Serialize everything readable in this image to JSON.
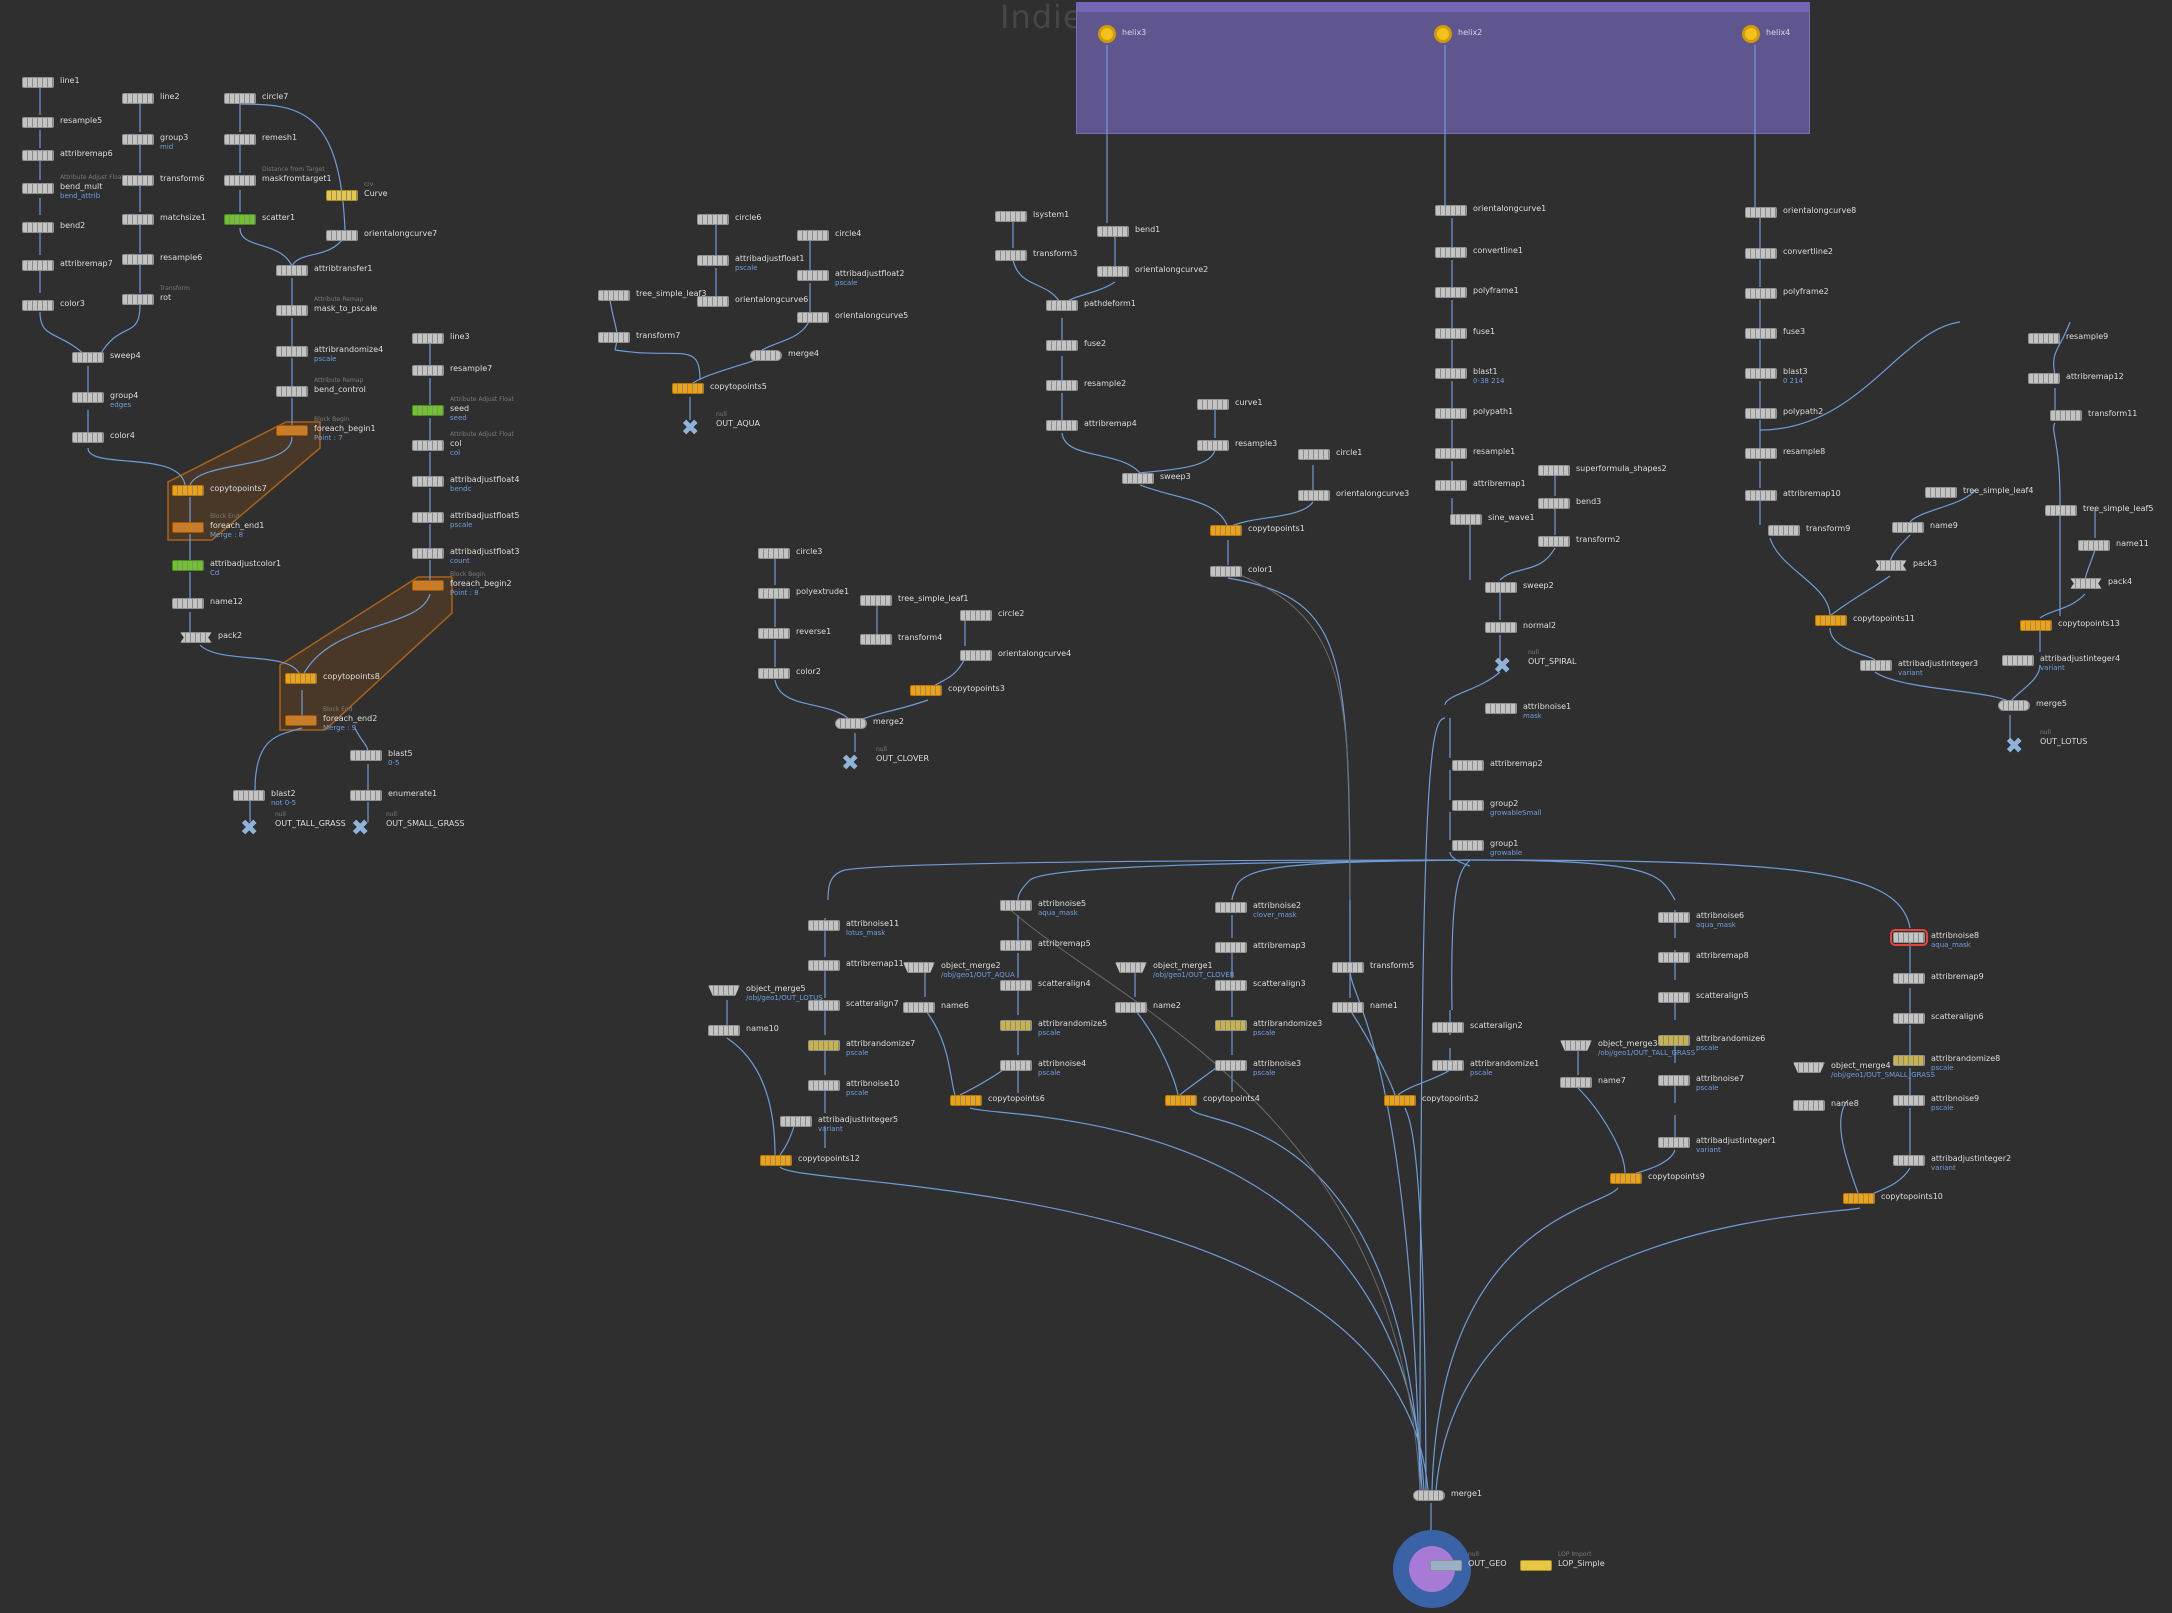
{
  "watermark": "Indie Edition",
  "netbox": {
    "nodes": [
      "helix3",
      "helix2",
      "helix4"
    ]
  },
  "nodes": [
    {
      "id": "line1",
      "label": "line1"
    },
    {
      "id": "resample5",
      "label": "resample5"
    },
    {
      "id": "attribremap6",
      "label": "attribremap6"
    },
    {
      "id": "bend_mult",
      "label": "bend_mult",
      "comment": "Attribute Adjust Float",
      "sub": "bend_attrib"
    },
    {
      "id": "bend2",
      "label": "bend2"
    },
    {
      "id": "attribremap7",
      "label": "attribremap7"
    },
    {
      "id": "color3",
      "label": "color3"
    },
    {
      "id": "sweep4",
      "label": "sweep4"
    },
    {
      "id": "group4",
      "label": "group4",
      "sub": "edges"
    },
    {
      "id": "color4",
      "label": "color4"
    },
    {
      "id": "line2",
      "label": "line2"
    },
    {
      "id": "group3",
      "label": "group3",
      "sub": "mid"
    },
    {
      "id": "transform6",
      "label": "transform6"
    },
    {
      "id": "matchsize1",
      "label": "matchsize1"
    },
    {
      "id": "resample6",
      "label": "resample6"
    },
    {
      "id": "rot",
      "label": "rot",
      "comment": "Transform"
    },
    {
      "id": "circle7",
      "label": "circle7"
    },
    {
      "id": "remesh1",
      "label": "remesh1"
    },
    {
      "id": "maskfromtarget1",
      "label": "maskfromtarget1",
      "comment": "Distance from Target"
    },
    {
      "id": "scatter1",
      "label": "scatter1"
    },
    {
      "id": "curve",
      "label": "Curve",
      "comment": "crv"
    },
    {
      "id": "orientalongcurve7",
      "label": "orientalongcurve7"
    },
    {
      "id": "attribtransfer1",
      "label": "attribtransfer1"
    },
    {
      "id": "mask_to_pscale",
      "label": "mask_to_pscale",
      "comment": "Attribute Remap"
    },
    {
      "id": "attribrandomize4",
      "label": "attribrandomize4",
      "sub": "pscale"
    },
    {
      "id": "bend_control",
      "label": "bend_control",
      "comment": "Attribute Remap"
    },
    {
      "id": "foreach_begin1",
      "label": "foreach_begin1",
      "comment": "Block Begin",
      "sub": "Point : 7"
    },
    {
      "id": "copytopoints7",
      "label": "copytopoints7"
    },
    {
      "id": "foreach_end1",
      "label": "foreach_end1",
      "comment": "Block End",
      "sub": "Merge : 8"
    },
    {
      "id": "attribadjustcolor1",
      "label": "attribadjustcolor1",
      "sub": "Cd"
    },
    {
      "id": "name12",
      "label": "name12"
    },
    {
      "id": "pack2",
      "label": "pack2"
    },
    {
      "id": "line3",
      "label": "line3"
    },
    {
      "id": "resample7",
      "label": "resample7"
    },
    {
      "id": "seed",
      "label": "seed",
      "comment": "Attribute Adjust Float",
      "sub": "seed"
    },
    {
      "id": "col",
      "label": "col",
      "comment": "Attribute Adjust Float",
      "sub": "col"
    },
    {
      "id": "attribadjustfloat4",
      "label": "attribadjustfloat4",
      "sub": "bendc"
    },
    {
      "id": "attribadjustfloat5",
      "label": "attribadjustfloat5",
      "sub": "pscale"
    },
    {
      "id": "attribadjustfloat3",
      "label": "attribadjustfloat3",
      "sub": "count"
    },
    {
      "id": "foreach_begin2",
      "label": "foreach_begin2",
      "comment": "Block Begin",
      "sub": "Point : 8"
    },
    {
      "id": "copytopoints8",
      "label": "copytopoints8"
    },
    {
      "id": "foreach_end2",
      "label": "foreach_end2",
      "comment": "Block End",
      "sub": "Merge : 9"
    },
    {
      "id": "blast5",
      "label": "blast5",
      "sub": "0-5"
    },
    {
      "id": "blast2",
      "label": "blast2",
      "sub": "not 0-5"
    },
    {
      "id": "enumerate1",
      "label": "enumerate1"
    },
    {
      "id": "out_tall_grass",
      "label": "OUT_TALL_GRASS",
      "comment": "null"
    },
    {
      "id": "out_small_grass",
      "label": "OUT_SMALL_GRASS",
      "comment": "null"
    },
    {
      "id": "circle6",
      "label": "circle6"
    },
    {
      "id": "attribadjustfloat1",
      "label": "attribadjustfloat1",
      "sub": "pscale"
    },
    {
      "id": "orientalongcurve6",
      "label": "orientalongcurve6"
    },
    {
      "id": "circle4",
      "label": "circle4"
    },
    {
      "id": "attribadjustfloat2",
      "label": "attribadjustfloat2",
      "sub": "pscale"
    },
    {
      "id": "orientalongcurve5",
      "label": "orientalongcurve5"
    },
    {
      "id": "tree_simple_leaf3",
      "label": "tree_simple_leaf3"
    },
    {
      "id": "transform7",
      "label": "transform7"
    },
    {
      "id": "merge4",
      "label": "merge4"
    },
    {
      "id": "copytopoints5",
      "label": "copytopoints5"
    },
    {
      "id": "out_aqua",
      "label": "OUT_AQUA",
      "comment": "null"
    },
    {
      "id": "circle3",
      "label": "circle3"
    },
    {
      "id": "polyextrude1",
      "label": "polyextrude1"
    },
    {
      "id": "reverse1",
      "label": "reverse1"
    },
    {
      "id": "color2",
      "label": "color2"
    },
    {
      "id": "tree_simple_leaf1",
      "label": "tree_simple_leaf1"
    },
    {
      "id": "transform4",
      "label": "transform4"
    },
    {
      "id": "circle2",
      "label": "circle2"
    },
    {
      "id": "orientalongcurve4",
      "label": "orientalongcurve4"
    },
    {
      "id": "copytopoints3",
      "label": "copytopoints3"
    },
    {
      "id": "merge2",
      "label": "merge2"
    },
    {
      "id": "out_clover",
      "label": "OUT_CLOVER",
      "comment": "null"
    },
    {
      "id": "lsystem1",
      "label": "lsystem1"
    },
    {
      "id": "transform3",
      "label": "transform3"
    },
    {
      "id": "bend1",
      "label": "bend1"
    },
    {
      "id": "orientalongcurve2",
      "label": "orientalongcurve2"
    },
    {
      "id": "pathdeform1",
      "label": "pathdeform1"
    },
    {
      "id": "fuse2",
      "label": "fuse2"
    },
    {
      "id": "resample2",
      "label": "resample2"
    },
    {
      "id": "attribremap4",
      "label": "attribremap4"
    },
    {
      "id": "curve1",
      "label": "curve1"
    },
    {
      "id": "resample3",
      "label": "resample3"
    },
    {
      "id": "sweep3",
      "label": "sweep3"
    },
    {
      "id": "circle1",
      "label": "circle1"
    },
    {
      "id": "orientalongcurve3",
      "label": "orientalongcurve3"
    },
    {
      "id": "copytopoints1",
      "label": "copytopoints1"
    },
    {
      "id": "color1",
      "label": "color1"
    },
    {
      "id": "orientalongcurve1",
      "label": "orientalongcurve1"
    },
    {
      "id": "convertline1",
      "label": "convertline1"
    },
    {
      "id": "polyframe1",
      "label": "polyframe1"
    },
    {
      "id": "fuse1",
      "label": "fuse1"
    },
    {
      "id": "blast1",
      "label": "blast1",
      "sub": "0-38 214"
    },
    {
      "id": "polypath1",
      "label": "polypath1"
    },
    {
      "id": "resample1",
      "label": "resample1"
    },
    {
      "id": "attribremap1",
      "label": "attribremap1"
    },
    {
      "id": "sine_wave1",
      "label": "sine_wave1"
    },
    {
      "id": "superformula_shapes2",
      "label": "superformula_shapes2"
    },
    {
      "id": "bend3",
      "label": "bend3"
    },
    {
      "id": "transform2",
      "label": "transform2"
    },
    {
      "id": "sweep2",
      "label": "sweep2"
    },
    {
      "id": "normal2",
      "label": "normal2"
    },
    {
      "id": "out_spiral",
      "label": "OUT_SPIRAL",
      "comment": "null"
    },
    {
      "id": "attribnoise1",
      "label": "attribnoise1",
      "sub": "mask"
    },
    {
      "id": "attribremap2",
      "label": "attribremap2"
    },
    {
      "id": "group2",
      "label": "group2",
      "sub": "growableSmall"
    },
    {
      "id": "group1",
      "label": "group1",
      "sub": "growable"
    },
    {
      "id": "orientalongcurve8",
      "label": "orientalongcurve8"
    },
    {
      "id": "convertline2",
      "label": "convertline2"
    },
    {
      "id": "polyframe2",
      "label": "polyframe2"
    },
    {
      "id": "fuse3",
      "label": "fuse3"
    },
    {
      "id": "blast3",
      "label": "blast3",
      "sub": "0 214"
    },
    {
      "id": "polypath2",
      "label": "polypath2"
    },
    {
      "id": "resample8",
      "label": "resample8"
    },
    {
      "id": "attribremap10",
      "label": "attribremap10"
    },
    {
      "id": "transform9",
      "label": "transform9"
    },
    {
      "id": "resample9",
      "label": "resample9"
    },
    {
      "id": "attribremap12",
      "label": "attribremap12"
    },
    {
      "id": "transform11",
      "label": "transform11"
    },
    {
      "id": "tree_simple_leaf4",
      "label": "tree_simple_leaf4"
    },
    {
      "id": "name9",
      "label": "name9"
    },
    {
      "id": "pack3",
      "label": "pack3"
    },
    {
      "id": "tree_simple_leaf5",
      "label": "tree_simple_leaf5"
    },
    {
      "id": "name11",
      "label": "name11"
    },
    {
      "id": "pack4",
      "label": "pack4"
    },
    {
      "id": "copytopoints11",
      "label": "copytopoints11"
    },
    {
      "id": "copytopoints13",
      "label": "copytopoints13"
    },
    {
      "id": "attribadjustinteger3",
      "label": "attribadjustinteger3",
      "sub": "variant"
    },
    {
      "id": "attribadjustinteger4",
      "label": "attribadjustinteger4",
      "sub": "variant"
    },
    {
      "id": "merge5",
      "label": "merge5"
    },
    {
      "id": "out_lotus",
      "label": "OUT_LOTUS",
      "comment": "null"
    },
    {
      "id": "attribnoise11",
      "label": "attribnoise11",
      "sub": "lotus_mask"
    },
    {
      "id": "attribremap11",
      "label": "attribremap11"
    },
    {
      "id": "scatteralign7",
      "label": "scatteralign7"
    },
    {
      "id": "attribrandomize7",
      "label": "attribrandomize7",
      "sub": "pscale"
    },
    {
      "id": "attribnoise10",
      "label": "attribnoise10",
      "sub": "pscale"
    },
    {
      "id": "attribadjustinteger5",
      "label": "attribadjustinteger5",
      "sub": "variant"
    },
    {
      "id": "copytopoints12",
      "label": "copytopoints12"
    },
    {
      "id": "object_merge5",
      "label": "object_merge5",
      "sub": "/obj/geo1/OUT_LOTUS"
    },
    {
      "id": "name10",
      "label": "name10"
    },
    {
      "id": "object_merge2",
      "label": "object_merge2",
      "sub": "/obj/geo1/OUT_AQUA"
    },
    {
      "id": "name6",
      "label": "name6"
    },
    {
      "id": "attribnoise5",
      "label": "attribnoise5",
      "sub": "aqua_mask"
    },
    {
      "id": "attribremap5",
      "label": "attribremap5"
    },
    {
      "id": "scatteralign4",
      "label": "scatteralign4"
    },
    {
      "id": "attribrandomize5",
      "label": "attribrandomize5",
      "sub": "pscale"
    },
    {
      "id": "attribnoise4",
      "label": "attribnoise4",
      "sub": "pscale"
    },
    {
      "id": "copytopoints6",
      "label": "copytopoints6"
    },
    {
      "id": "object_merge1",
      "label": "object_merge1",
      "sub": "/obj/geo1/OUT_CLOVER"
    },
    {
      "id": "name2",
      "label": "name2"
    },
    {
      "id": "attribnoise2",
      "label": "attribnoise2",
      "sub": "clover_mask"
    },
    {
      "id": "attribremap3",
      "label": "attribremap3"
    },
    {
      "id": "scatteralign3",
      "label": "scatteralign3"
    },
    {
      "id": "attribrandomize3",
      "label": "attribrandomize3",
      "sub": "pscale"
    },
    {
      "id": "attribnoise3",
      "label": "attribnoise3",
      "sub": "pscale"
    },
    {
      "id": "copytopoints4",
      "label": "copytopoints4"
    },
    {
      "id": "transform5",
      "label": "transform5"
    },
    {
      "id": "name1",
      "label": "name1"
    },
    {
      "id": "scatteralign2",
      "label": "scatteralign2"
    },
    {
      "id": "attribrandomize1",
      "label": "attribrandomize1",
      "sub": "pscale"
    },
    {
      "id": "copytopoints2",
      "label": "copytopoints2"
    },
    {
      "id": "object_merge3",
      "label": "object_merge3",
      "sub": "/obj/geo1/OUT_TALL_GRASS"
    },
    {
      "id": "name7",
      "label": "name7"
    },
    {
      "id": "attribnoise6",
      "label": "attribnoise6",
      "sub": "aqua_mask"
    },
    {
      "id": "attribremap8",
      "label": "attribremap8"
    },
    {
      "id": "scatteralign5",
      "label": "scatteralign5"
    },
    {
      "id": "attribrandomize6",
      "label": "attribrandomize6",
      "sub": "pscale"
    },
    {
      "id": "attribnoise7",
      "label": "attribnoise7",
      "sub": "pscale"
    },
    {
      "id": "attribadjustinteger1",
      "label": "attribadjustinteger1",
      "sub": "variant"
    },
    {
      "id": "copytopoints9",
      "label": "copytopoints9"
    },
    {
      "id": "object_merge4",
      "label": "object_merge4",
      "sub": "/obj/geo1/OUT_SMALL_GRASS"
    },
    {
      "id": "name8",
      "label": "name8"
    },
    {
      "id": "attribnoise8",
      "label": "attribnoise8",
      "sub": "aqua_mask"
    },
    {
      "id": "attribremap9",
      "label": "attribremap9"
    },
    {
      "id": "scatteralign6",
      "label": "scatteralign6"
    },
    {
      "id": "attribrandomize8",
      "label": "attribrandomize8",
      "sub": "pscale"
    },
    {
      "id": "attribnoise9",
      "label": "attribnoise9",
      "sub": "pscale"
    },
    {
      "id": "attribadjustinteger2",
      "label": "attribadjustinteger2",
      "sub": "variant"
    },
    {
      "id": "copytopoints10",
      "label": "copytopoints10"
    },
    {
      "id": "merge1",
      "label": "merge1"
    },
    {
      "id": "out_geo",
      "label": "OUT_GEO",
      "comment": "null"
    },
    {
      "id": "lop_simple",
      "label": "LOP_Simple",
      "comment": "LOP Import"
    }
  ],
  "colors": {
    "background": "#2f2f2f",
    "netbox": "#5f568f",
    "wire": "#6f9cd6",
    "orange": "#f1a20f",
    "green": "#6fc42d",
    "loop": "#a8621c"
  }
}
